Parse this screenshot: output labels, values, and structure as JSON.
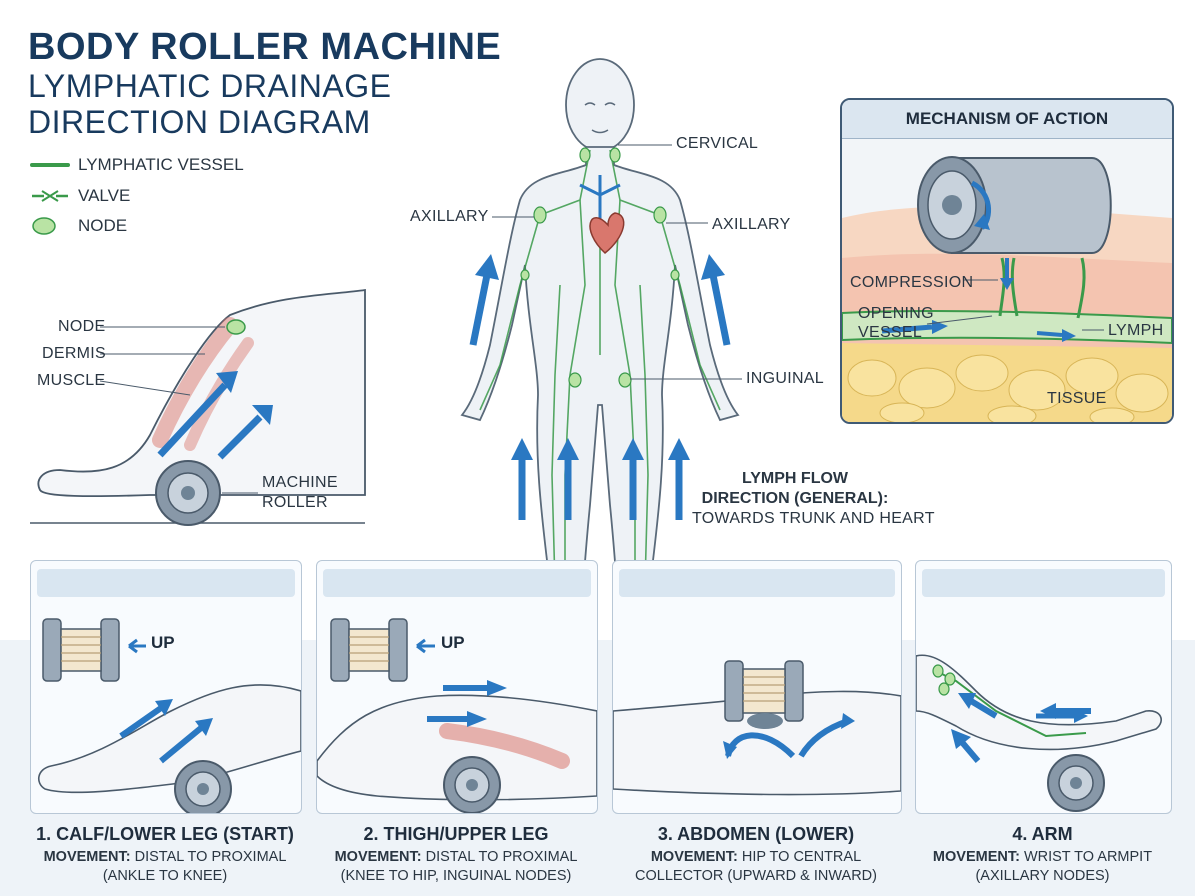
{
  "title": {
    "line1": "BODY ROLLER MACHINE",
    "line2": "LYMPHATIC DRAINAGE",
    "line3": "DIRECTION DIAGRAM"
  },
  "legend": [
    {
      "label": "LYMPHATIC VESSEL",
      "icon": "vessel-line-icon"
    },
    {
      "label": "VALVE",
      "icon": "valve-icon"
    },
    {
      "label": "NODE",
      "icon": "node-icon"
    }
  ],
  "leg_detail": {
    "node": "NODE",
    "dermis": "DERMIS",
    "muscle": "MUSCLE",
    "machine_line1": "MACHINE",
    "machine_line2": "ROLLER"
  },
  "body_labels": {
    "cervical": "CERVICAL",
    "axillary_left": "AXILLARY",
    "axillary_right": "AXILLARY",
    "inguinal": "INGUINAL"
  },
  "flow_note": {
    "line1": "LYMPH FLOW",
    "line2": "DIRECTION (GENERAL):",
    "line3": "TOWARDS TRUNK AND HEART"
  },
  "mechanism": {
    "title": "MECHANISM OF ACTION",
    "compression": "COMPRESSION",
    "opening_line1": "OPENING",
    "opening_line2": "VESSEL",
    "lymph": "LYMPH",
    "tissue": "TISSUE"
  },
  "steps": [
    {
      "title": "1. CALF/LOWER LEG (START)",
      "movement_label": "MOVEMENT:",
      "movement": " DISTAL TO PROXIMAL",
      "detail": "(ANKLE TO KNEE)",
      "up": "UP"
    },
    {
      "title": "2. THIGH/UPPER LEG",
      "movement_label": "MOVEMENT:",
      "movement": " DISTAL TO PROXIMAL",
      "detail": "(KNEE TO HIP, INGUINAL NODES)",
      "up": "UP"
    },
    {
      "title": "3. ABDOMEN (LOWER)",
      "movement_label": "MOVEMENT:",
      "movement": " HIP TO CENTRAL",
      "detail": "COLLECTOR (UPWARD & INWARD)",
      "up": ""
    },
    {
      "title": "4. ARM",
      "movement_label": "MOVEMENT:",
      "movement": " WRIST TO ARMPIT",
      "detail": "(AXILLARY NODES)",
      "up": ""
    }
  ],
  "colors": {
    "title": "#183a5e",
    "vessel": "#3a9a4a",
    "node": "#b9e3a4",
    "arrow": "#2a78c2",
    "muscle": "#d9776d",
    "roller": "#6f8496"
  }
}
